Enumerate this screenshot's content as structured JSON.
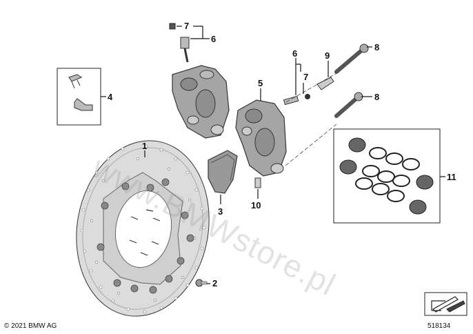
{
  "callouts": {
    "c1": "1",
    "c2": "2",
    "c3": "3",
    "c4": "4",
    "c5": "5",
    "c6a": "6",
    "c6b": "6",
    "c7a": "7",
    "c7b": "7",
    "c8a": "8",
    "c8b": "8",
    "c9": "9",
    "c10": "10",
    "c11": "11"
  },
  "footer": {
    "copyright": "© 2021 BMW AG",
    "reference": "518134"
  },
  "watermark": "www.BMWstore.pl",
  "colors": {
    "disc": "#d8d8d8",
    "caliper": "#9a9a9a",
    "seal": "#222222",
    "frame": "#444444"
  }
}
